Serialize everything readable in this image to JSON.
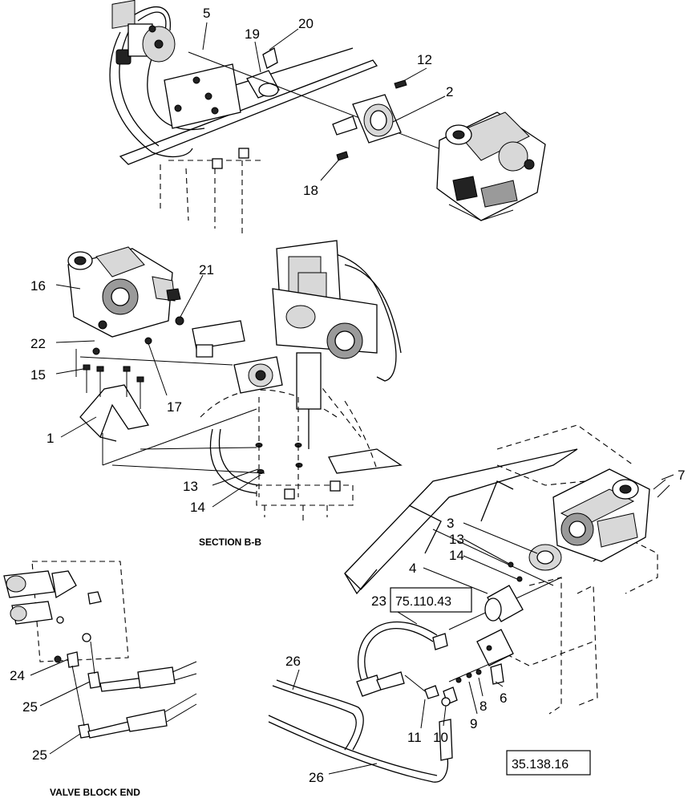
{
  "callouts": {
    "c1": "1",
    "c2": "2",
    "c3": "3",
    "c4": "4",
    "c5": "5",
    "c6": "6",
    "c7": "7",
    "c8": "8",
    "c9": "9",
    "c10": "10",
    "c11": "11",
    "c12": "12",
    "c13a": "13",
    "c13b": "13",
    "c14a": "14",
    "c14b": "14",
    "c15": "15",
    "c16": "16",
    "c17": "17",
    "c18": "18",
    "c19": "19",
    "c20": "20",
    "c21": "21",
    "c22": "22",
    "c23": "23",
    "c24": "24",
    "c25a": "25",
    "c25b": "25",
    "c26a": "26",
    "c26b": "26"
  },
  "captions": {
    "section": "SECTION  B-B",
    "valve_block": "VALVE BLOCK END"
  },
  "references": {
    "ref1": "75.110.43",
    "ref2": "35.138.16"
  }
}
